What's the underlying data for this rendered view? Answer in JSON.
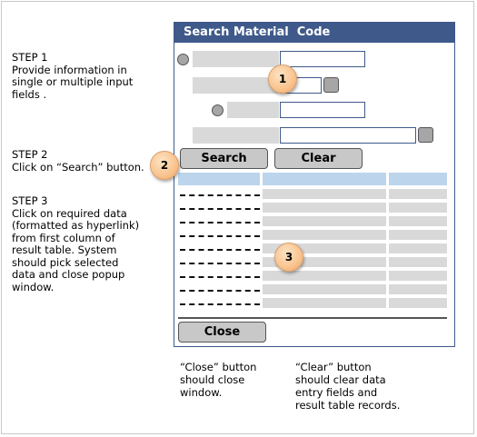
{
  "steps": [
    {
      "title": "STEP 1",
      "body": "Provide information in\nsingle or multiple input\nfields ."
    },
    {
      "title": "STEP 2",
      "body": "Click on “Search” button."
    },
    {
      "title": "STEP 3",
      "body": "Click on required data\n(formatted as hyperlink)\nfrom first column of\nresult table. System\nshould pick selected\ndata  and close popup\nwindow."
    }
  ],
  "popup": {
    "title": "Search Material  Code",
    "search_label": "Search",
    "clear_label": "Clear",
    "close_label": "Close",
    "result_link_placeholder": "- - - - - - - -"
  },
  "callouts": [
    "1",
    "2",
    "3"
  ],
  "notes": {
    "close": "“Close” button\nshould close\nwindow.",
    "clear": "“Clear” button\nshould clear data\nentry fields and\nresult table records."
  },
  "colors": {
    "title_bar": "#3f5a8a",
    "table_header": "#bcd5ec",
    "cell": "#d9d9d9",
    "callout": "#f9c38e"
  }
}
